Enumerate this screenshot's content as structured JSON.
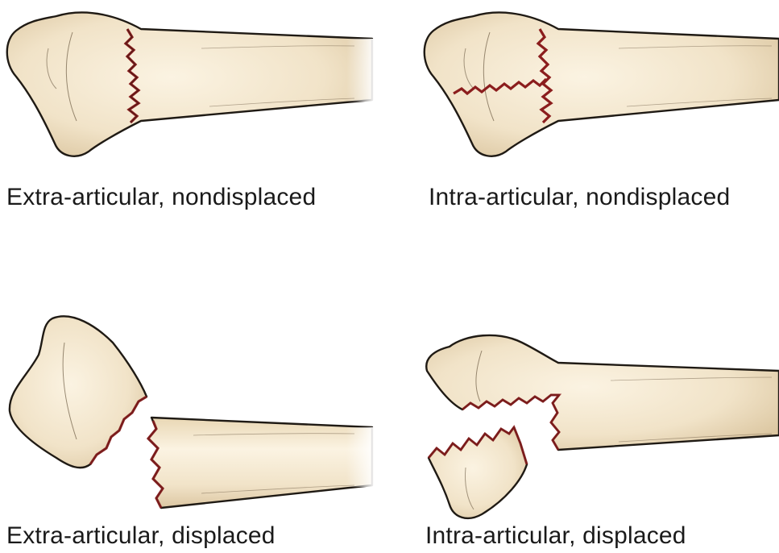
{
  "panels": [
    {
      "id": "extra-nondisplaced",
      "caption": "Extra-articular, nondisplaced"
    },
    {
      "id": "intra-nondisplaced",
      "caption": "Intra-articular, nondisplaced"
    },
    {
      "id": "extra-displaced",
      "caption": "Extra-articular, displaced"
    },
    {
      "id": "intra-displaced",
      "caption": "Intra-articular, displaced"
    }
  ],
  "colors": {
    "bone_fill": "#f1e3c8",
    "bone_outline": "#1f1a14",
    "fracture_line": "#8b1d1d"
  }
}
